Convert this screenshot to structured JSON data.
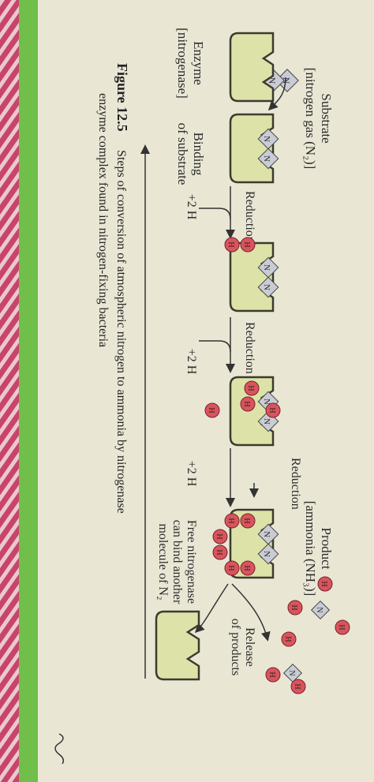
{
  "labels": {
    "substrate_title": "Substrate",
    "substrate_name": "[nitrogen gas (N₂)]",
    "product_title": "Product",
    "product_name": "[ammonia (NH₃)]",
    "enzyme_line1": "Enzyme",
    "enzyme_line2": "[nitrogenase]",
    "binding_line1": "Binding",
    "binding_line2": "of substrate",
    "reduction": "Reduction",
    "plus2h": "+2 H",
    "free_line1": "Free nitrogenase",
    "free_line2": "can bind another",
    "free_line3": "molecule of N₂",
    "release_line1": "Release",
    "release_line2": "of products"
  },
  "atoms": {
    "nitrogen": "N",
    "hydrogen": "H"
  },
  "caption": {
    "figure": "Figure 12.5",
    "line1": "Steps of conversion of atmospheric nitrogen to ammonia by nitrogenase",
    "line2": "enzyme complex found in nitrogen-fixing bacteria"
  },
  "colors": {
    "page": "#e9e7d4",
    "enzyme_fill": "#dde2a8",
    "enzyme_stroke": "#3b3b2e",
    "hydrogen_fill": "#d9545c",
    "nitrogen_fill": "#c9ccd4",
    "green_border": "#6fbf4a",
    "pink_cloth": "#c9446a"
  }
}
